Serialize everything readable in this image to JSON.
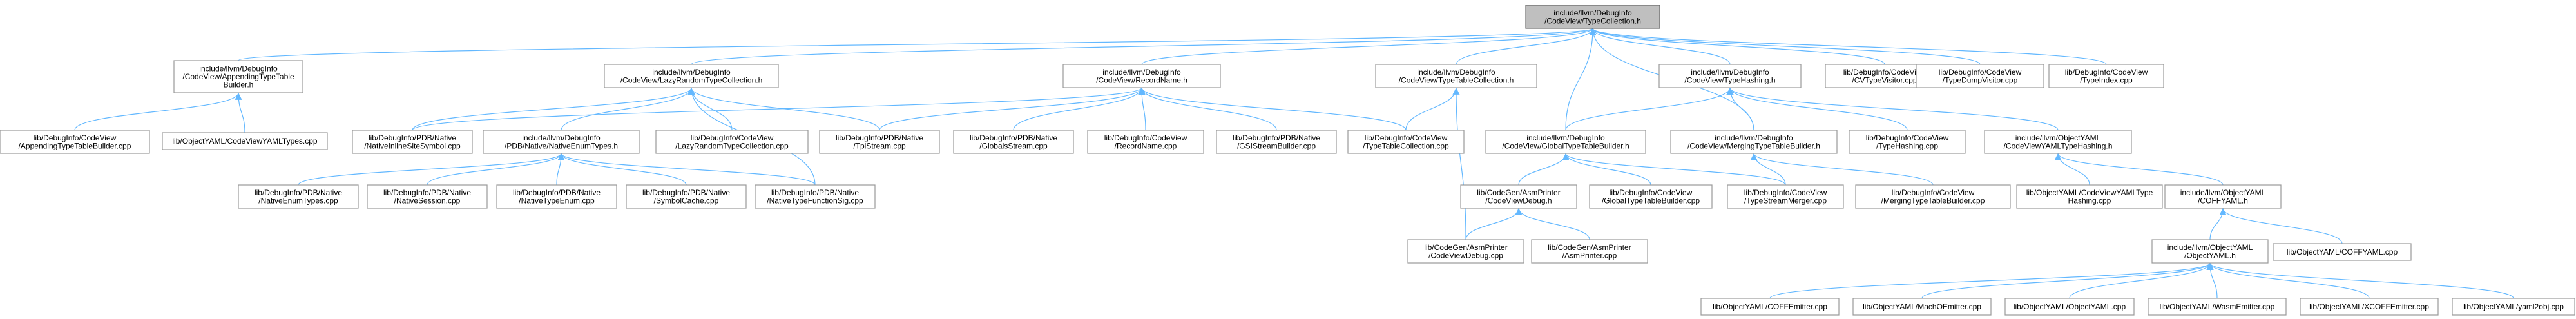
{
  "nodes": [
    {
      "id": "root",
      "lines": [
        "include/llvm/DebugInfo",
        "/CodeView/TypeCollection.h"
      ],
      "root": true
    },
    {
      "id": "appending",
      "lines": [
        "include/llvm/DebugInfo",
        "/CodeView/AppendingTypeTable",
        "Builder.h"
      ]
    },
    {
      "id": "lazyrandom",
      "lines": [
        "include/llvm/DebugInfo",
        "/CodeView/LazyRandomTypeCollection.h"
      ]
    },
    {
      "id": "recordname",
      "lines": [
        "include/llvm/DebugInfo",
        "/CodeView/RecordName.h"
      ]
    },
    {
      "id": "tabletypecoll",
      "lines": [
        "include/llvm/DebugInfo",
        "/CodeView/TypeTableCollection.h"
      ]
    },
    {
      "id": "typehashing",
      "lines": [
        "include/llvm/DebugInfo",
        "/CodeView/TypeHashing.h"
      ]
    },
    {
      "id": "cvtypevisitor",
      "lines": [
        "lib/DebugInfo/CodeView",
        "/CVTypeVisitor.cpp"
      ]
    },
    {
      "id": "typedumpvisitor",
      "lines": [
        "lib/DebugInfo/CodeView",
        "/TypeDumpVisitor.cpp"
      ]
    },
    {
      "id": "typeindex",
      "lines": [
        "lib/DebugInfo/CodeView",
        "/TypeIndex.cpp"
      ]
    },
    {
      "id": "appendingcpp",
      "lines": [
        "lib/DebugInfo/CodeView",
        "/AppendingTypeTableBuilder.cpp"
      ]
    },
    {
      "id": "yamltypes",
      "lines": [
        "lib/ObjectYAML/CodeViewYAMLTypes.cpp"
      ]
    },
    {
      "id": "nativeinline",
      "lines": [
        "lib/DebugInfo/PDB/Native",
        "/NativeInlineSiteSymbol.cpp"
      ]
    },
    {
      "id": "nativeenumh",
      "lines": [
        "include/llvm/DebugInfo",
        "/PDB/Native/NativeEnumTypes.h"
      ]
    },
    {
      "id": "lazycpp",
      "lines": [
        "lib/DebugInfo/CodeView",
        "/LazyRandomTypeCollection.cpp"
      ]
    },
    {
      "id": "tpistream",
      "lines": [
        "lib/DebugInfo/PDB/Native",
        "/TpiStream.cpp"
      ]
    },
    {
      "id": "globalsstream",
      "lines": [
        "lib/DebugInfo/PDB/Native",
        "/GlobalsStream.cpp"
      ]
    },
    {
      "id": "recordnamecpp",
      "lines": [
        "lib/DebugInfo/CodeView",
        "/RecordName.cpp"
      ]
    },
    {
      "id": "gsistream",
      "lines": [
        "lib/DebugInfo/PDB/Native",
        "/GSIStreamBuilder.cpp"
      ]
    },
    {
      "id": "tabletypecollcpp",
      "lines": [
        "lib/DebugInfo/CodeView",
        "/TypeTableCollection.cpp"
      ]
    },
    {
      "id": "globaltypeh",
      "lines": [
        "include/llvm/DebugInfo",
        "/CodeView/GlobalTypeTableBuilder.h"
      ]
    },
    {
      "id": "mergingh",
      "lines": [
        "include/llvm/DebugInfo",
        "/CodeView/MergingTypeTableBuilder.h"
      ]
    },
    {
      "id": "typehashingcpp",
      "lines": [
        "lib/DebugInfo/CodeView",
        "/TypeHashing.cpp"
      ]
    },
    {
      "id": "yamlhashingh",
      "lines": [
        "include/llvm/ObjectYAML",
        "/CodeViewYAMLTypeHashing.h"
      ]
    },
    {
      "id": "nativeenumcpp",
      "lines": [
        "lib/DebugInfo/PDB/Native",
        "/NativeEnumTypes.cpp"
      ]
    },
    {
      "id": "nativesession",
      "lines": [
        "lib/DebugInfo/PDB/Native",
        "/NativeSession.cpp"
      ]
    },
    {
      "id": "nativetypeenum",
      "lines": [
        "lib/DebugInfo/PDB/Native",
        "/NativeTypeEnum.cpp"
      ]
    },
    {
      "id": "symbolcache",
      "lines": [
        "lib/DebugInfo/PDB/Native",
        "/SymbolCache.cpp"
      ]
    },
    {
      "id": "nativefuncsig",
      "lines": [
        "lib/DebugInfo/PDB/Native",
        "/NativeTypeFunctionSig.cpp"
      ]
    },
    {
      "id": "codeviewdebugh",
      "lines": [
        "lib/CodeGen/AsmPrinter",
        "/CodeViewDebug.h"
      ]
    },
    {
      "id": "globaltypecpp",
      "lines": [
        "lib/DebugInfo/CodeView",
        "/GlobalTypeTableBuilder.cpp"
      ]
    },
    {
      "id": "typestreammerger",
      "lines": [
        "lib/DebugInfo/CodeView",
        "/TypeStreamMerger.cpp"
      ]
    },
    {
      "id": "mergingcpp",
      "lines": [
        "lib/DebugInfo/CodeView",
        "/MergingTypeTableBuilder.cpp"
      ]
    },
    {
      "id": "yamlhashingcpp",
      "lines": [
        "lib/ObjectYAML/CodeViewYAMLType",
        "Hashing.cpp"
      ]
    },
    {
      "id": "coffyamlh",
      "lines": [
        "include/llvm/ObjectYAML",
        "/COFFYAML.h"
      ]
    },
    {
      "id": "codeviewdebugcpp",
      "lines": [
        "lib/CodeGen/AsmPrinter",
        "/CodeViewDebug.cpp"
      ]
    },
    {
      "id": "asmprinter",
      "lines": [
        "lib/CodeGen/AsmPrinter",
        "/AsmPrinter.cpp"
      ]
    },
    {
      "id": "objectyamlh",
      "lines": [
        "include/llvm/ObjectYAML",
        "/ObjectYAML.h"
      ]
    },
    {
      "id": "coffyamlcpp",
      "lines": [
        "lib/ObjectYAML/COFFYAML.cpp"
      ]
    },
    {
      "id": "coffemitter",
      "lines": [
        "lib/ObjectYAML/COFFEmitter.cpp"
      ]
    },
    {
      "id": "machoemitter",
      "lines": [
        "lib/ObjectYAML/MachOEmitter.cpp"
      ]
    },
    {
      "id": "objectyamlcpp",
      "lines": [
        "lib/ObjectYAML/ObjectYAML.cpp"
      ]
    },
    {
      "id": "wasmemitter",
      "lines": [
        "lib/ObjectYAML/WasmEmitter.cpp"
      ]
    },
    {
      "id": "xcoffemitter",
      "lines": [
        "lib/ObjectYAML/XCOFFEmitter.cpp"
      ]
    },
    {
      "id": "yaml2obj",
      "lines": [
        "lib/ObjectYAML/yaml2obj.cpp"
      ]
    }
  ],
  "edges": [
    [
      "root",
      "appending"
    ],
    [
      "root",
      "lazyrandom"
    ],
    [
      "root",
      "recordname"
    ],
    [
      "root",
      "tabletypecoll"
    ],
    [
      "root",
      "typehashing"
    ],
    [
      "root",
      "cvtypevisitor"
    ],
    [
      "root",
      "typedumpvisitor"
    ],
    [
      "root",
      "typeindex"
    ],
    [
      "root",
      "globaltypeh"
    ],
    [
      "root",
      "mergingh"
    ],
    [
      "appending",
      "appendingcpp"
    ],
    [
      "appending",
      "yamltypes"
    ],
    [
      "lazyrandom",
      "nativeinline"
    ],
    [
      "lazyrandom",
      "lazycpp"
    ],
    [
      "lazyrandom",
      "tpistream"
    ],
    [
      "lazyrandom",
      "nativeenumh"
    ],
    [
      "lazyrandom",
      "nativefuncsig"
    ],
    [
      "recordname",
      "nativeinline"
    ],
    [
      "recordname",
      "tpistream"
    ],
    [
      "recordname",
      "globalsstream"
    ],
    [
      "recordname",
      "recordnamecpp"
    ],
    [
      "recordname",
      "gsistream"
    ],
    [
      "recordname",
      "tabletypecollcpp"
    ],
    [
      "tabletypecoll",
      "tabletypecollcpp"
    ],
    [
      "tabletypecoll",
      "codeviewdebugcpp"
    ],
    [
      "typehashing",
      "globaltypeh"
    ],
    [
      "typehashing",
      "mergingh"
    ],
    [
      "typehashing",
      "typehashingcpp"
    ],
    [
      "typehashing",
      "yamlhashingh"
    ],
    [
      "nativeenumh",
      "nativeenumcpp"
    ],
    [
      "nativeenumh",
      "nativesession"
    ],
    [
      "nativeenumh",
      "nativetypeenum"
    ],
    [
      "nativeenumh",
      "symbolcache"
    ],
    [
      "nativeenumh",
      "nativefuncsig"
    ],
    [
      "globaltypeh",
      "codeviewdebugh"
    ],
    [
      "globaltypeh",
      "globaltypecpp"
    ],
    [
      "globaltypeh",
      "typestreammerger"
    ],
    [
      "mergingh",
      "typestreammerger"
    ],
    [
      "mergingh",
      "mergingcpp"
    ],
    [
      "yamlhashingh",
      "yamlhashingcpp"
    ],
    [
      "yamlhashingh",
      "coffyamlh"
    ],
    [
      "codeviewdebugh",
      "codeviewdebugcpp"
    ],
    [
      "codeviewdebugh",
      "asmprinter"
    ],
    [
      "coffyamlh",
      "objectyamlh"
    ],
    [
      "coffyamlh",
      "coffyamlcpp"
    ],
    [
      "objectyamlh",
      "coffemitter"
    ],
    [
      "objectyamlh",
      "machoemitter"
    ],
    [
      "objectyamlh",
      "objectyamlcpp"
    ],
    [
      "objectyamlh",
      "wasmemitter"
    ],
    [
      "objectyamlh",
      "xcoffemitter"
    ],
    [
      "objectyamlh",
      "yaml2obj"
    ]
  ],
  "colors": {
    "edge": "#63b8ff",
    "node_border": "#999999",
    "root_fill": "#bfbfbf"
  }
}
